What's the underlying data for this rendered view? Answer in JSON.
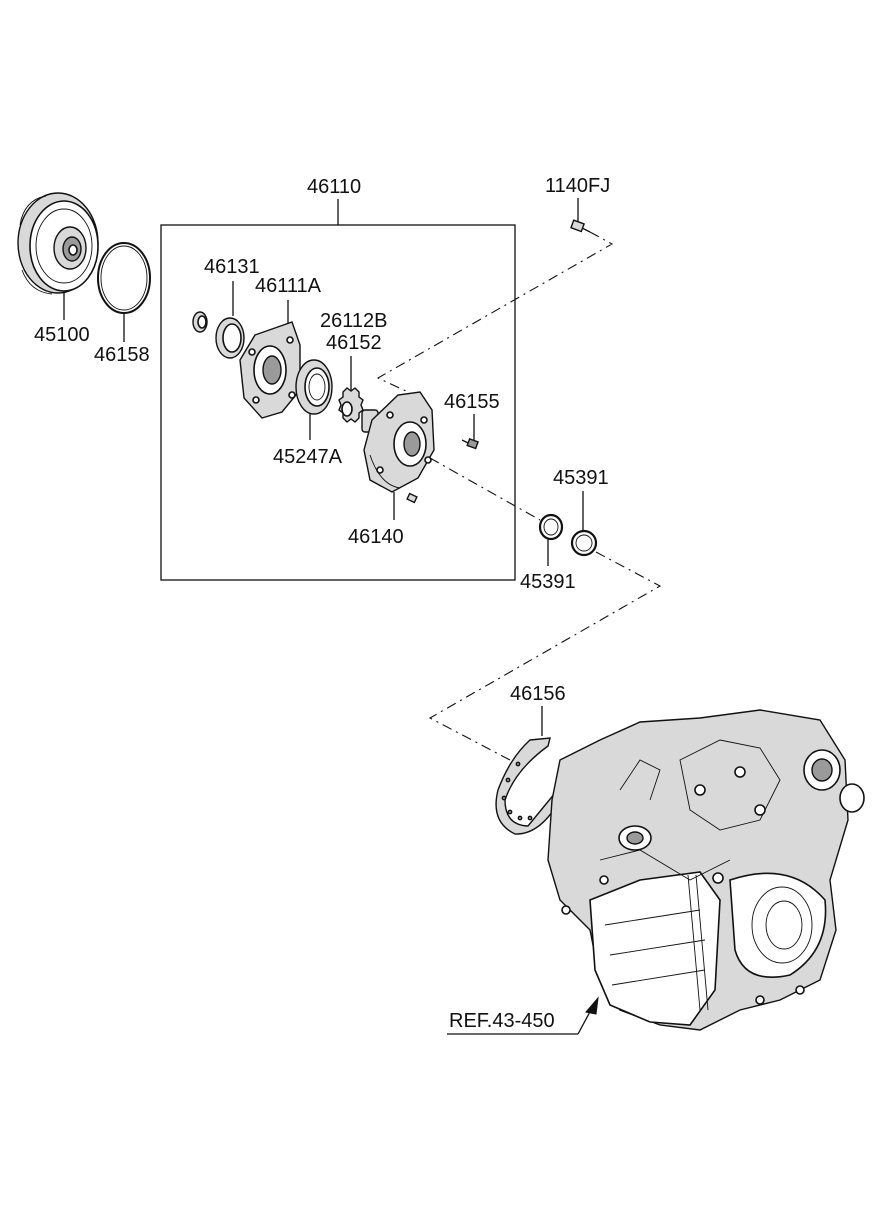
{
  "diagram": {
    "group_label": "46110",
    "parts": {
      "torque_converter": "45100",
      "o_ring": "46158",
      "bolt": "1140FJ",
      "oil_seal": "46131",
      "pump_cover": "46111A",
      "gear_set": "26112B",
      "drive_gear": "46152",
      "driven_gear_ring": "45247A",
      "bolt_small": "46155",
      "pump_housing": "46140",
      "seal_ring_upper": "45391",
      "seal_ring_lower": "45391",
      "gasket": "46156",
      "reference": "REF.43-450"
    }
  }
}
